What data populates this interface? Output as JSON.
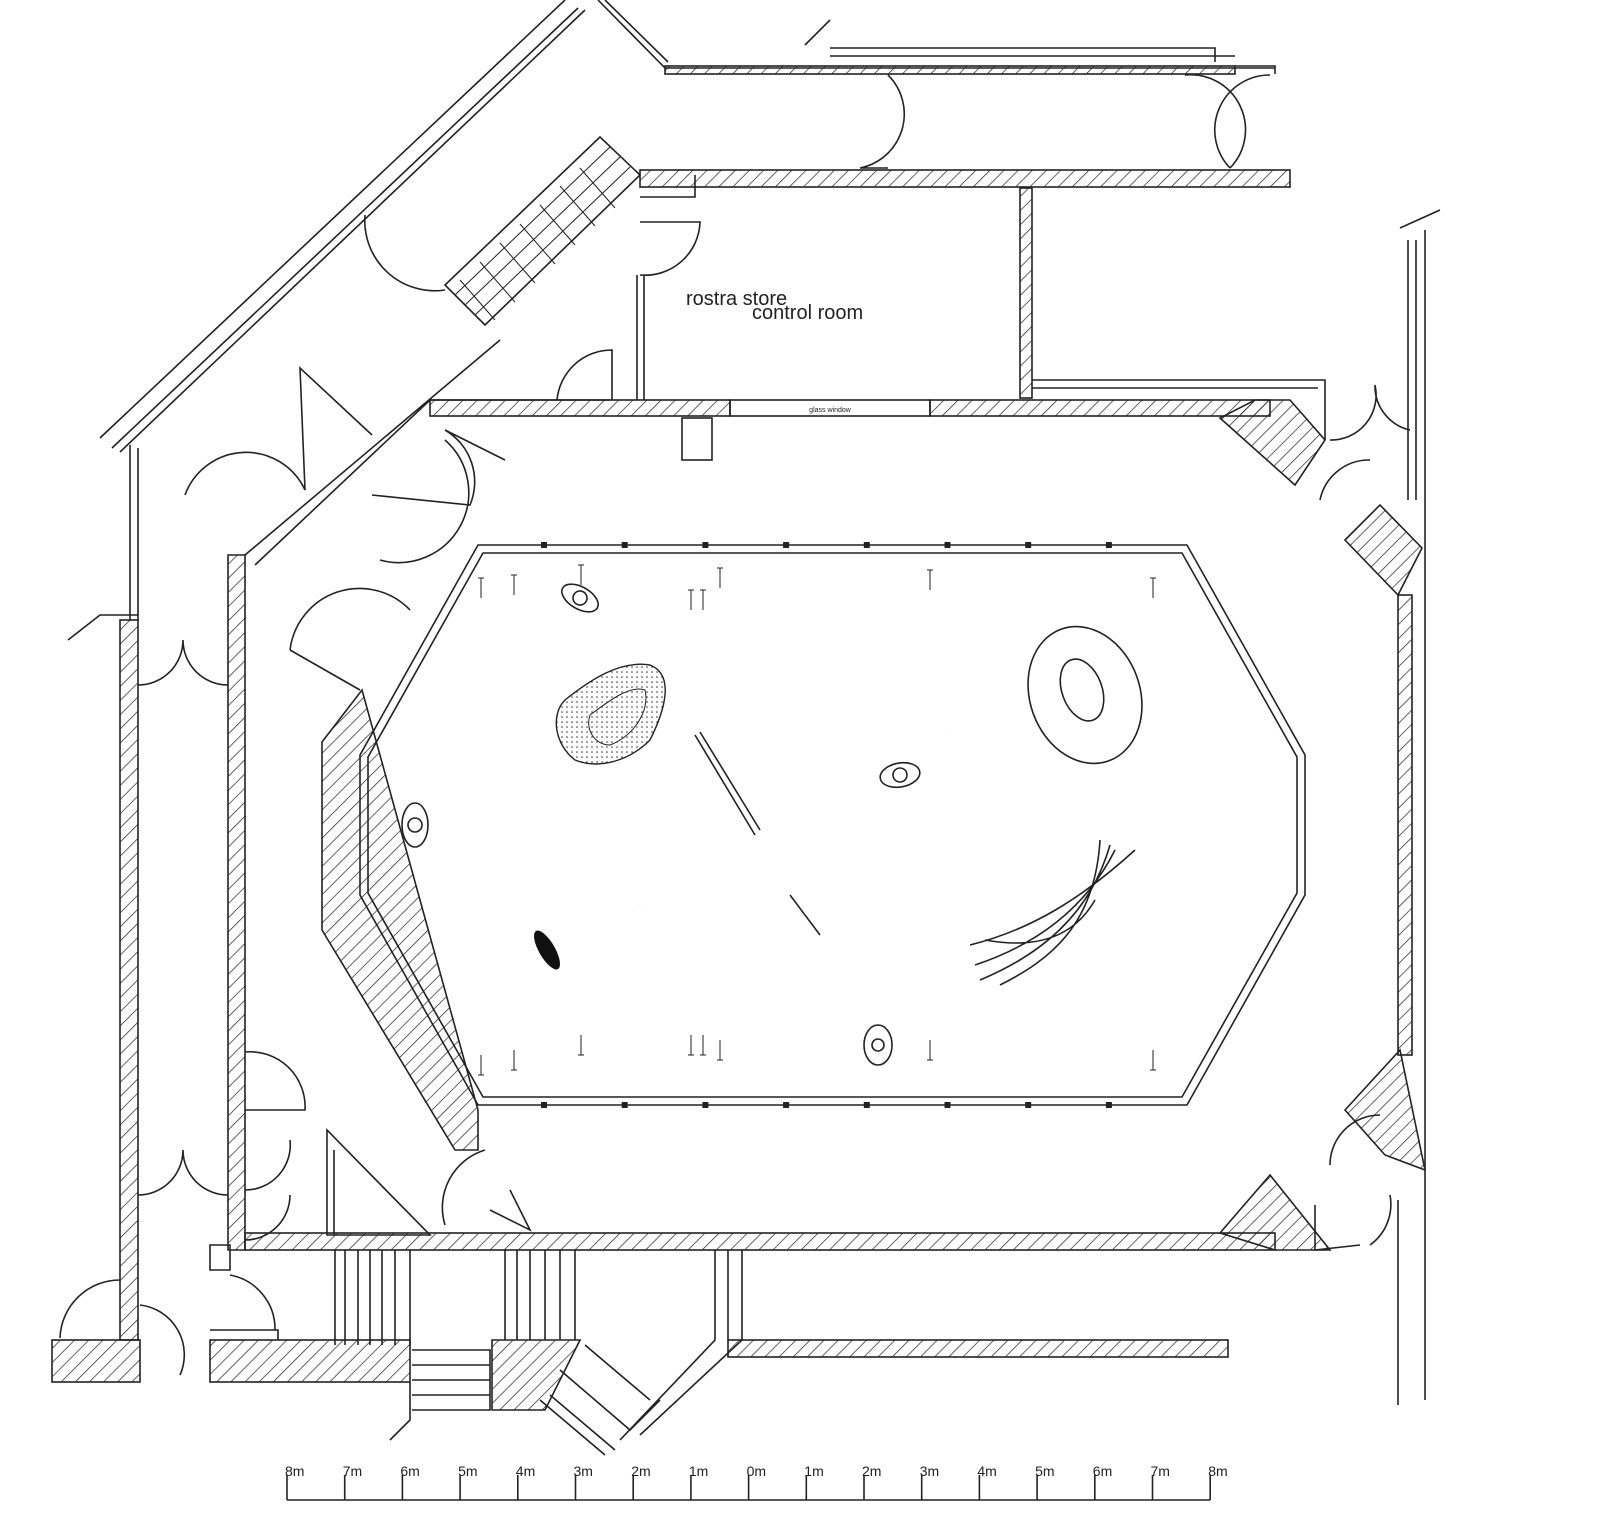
{
  "rooms": {
    "rostra_store": "rostra store",
    "control_room": "control room",
    "glass_window": "glass window"
  },
  "scale_bar": {
    "labels": [
      "8m",
      "7m",
      "6m",
      "5m",
      "4m",
      "3m",
      "2m",
      "1m",
      "0m",
      "1m",
      "2m",
      "3m",
      "4m",
      "5m",
      "6m",
      "7m",
      "8m"
    ]
  },
  "colors": {
    "line": "#222222",
    "background": "#ffffff"
  }
}
